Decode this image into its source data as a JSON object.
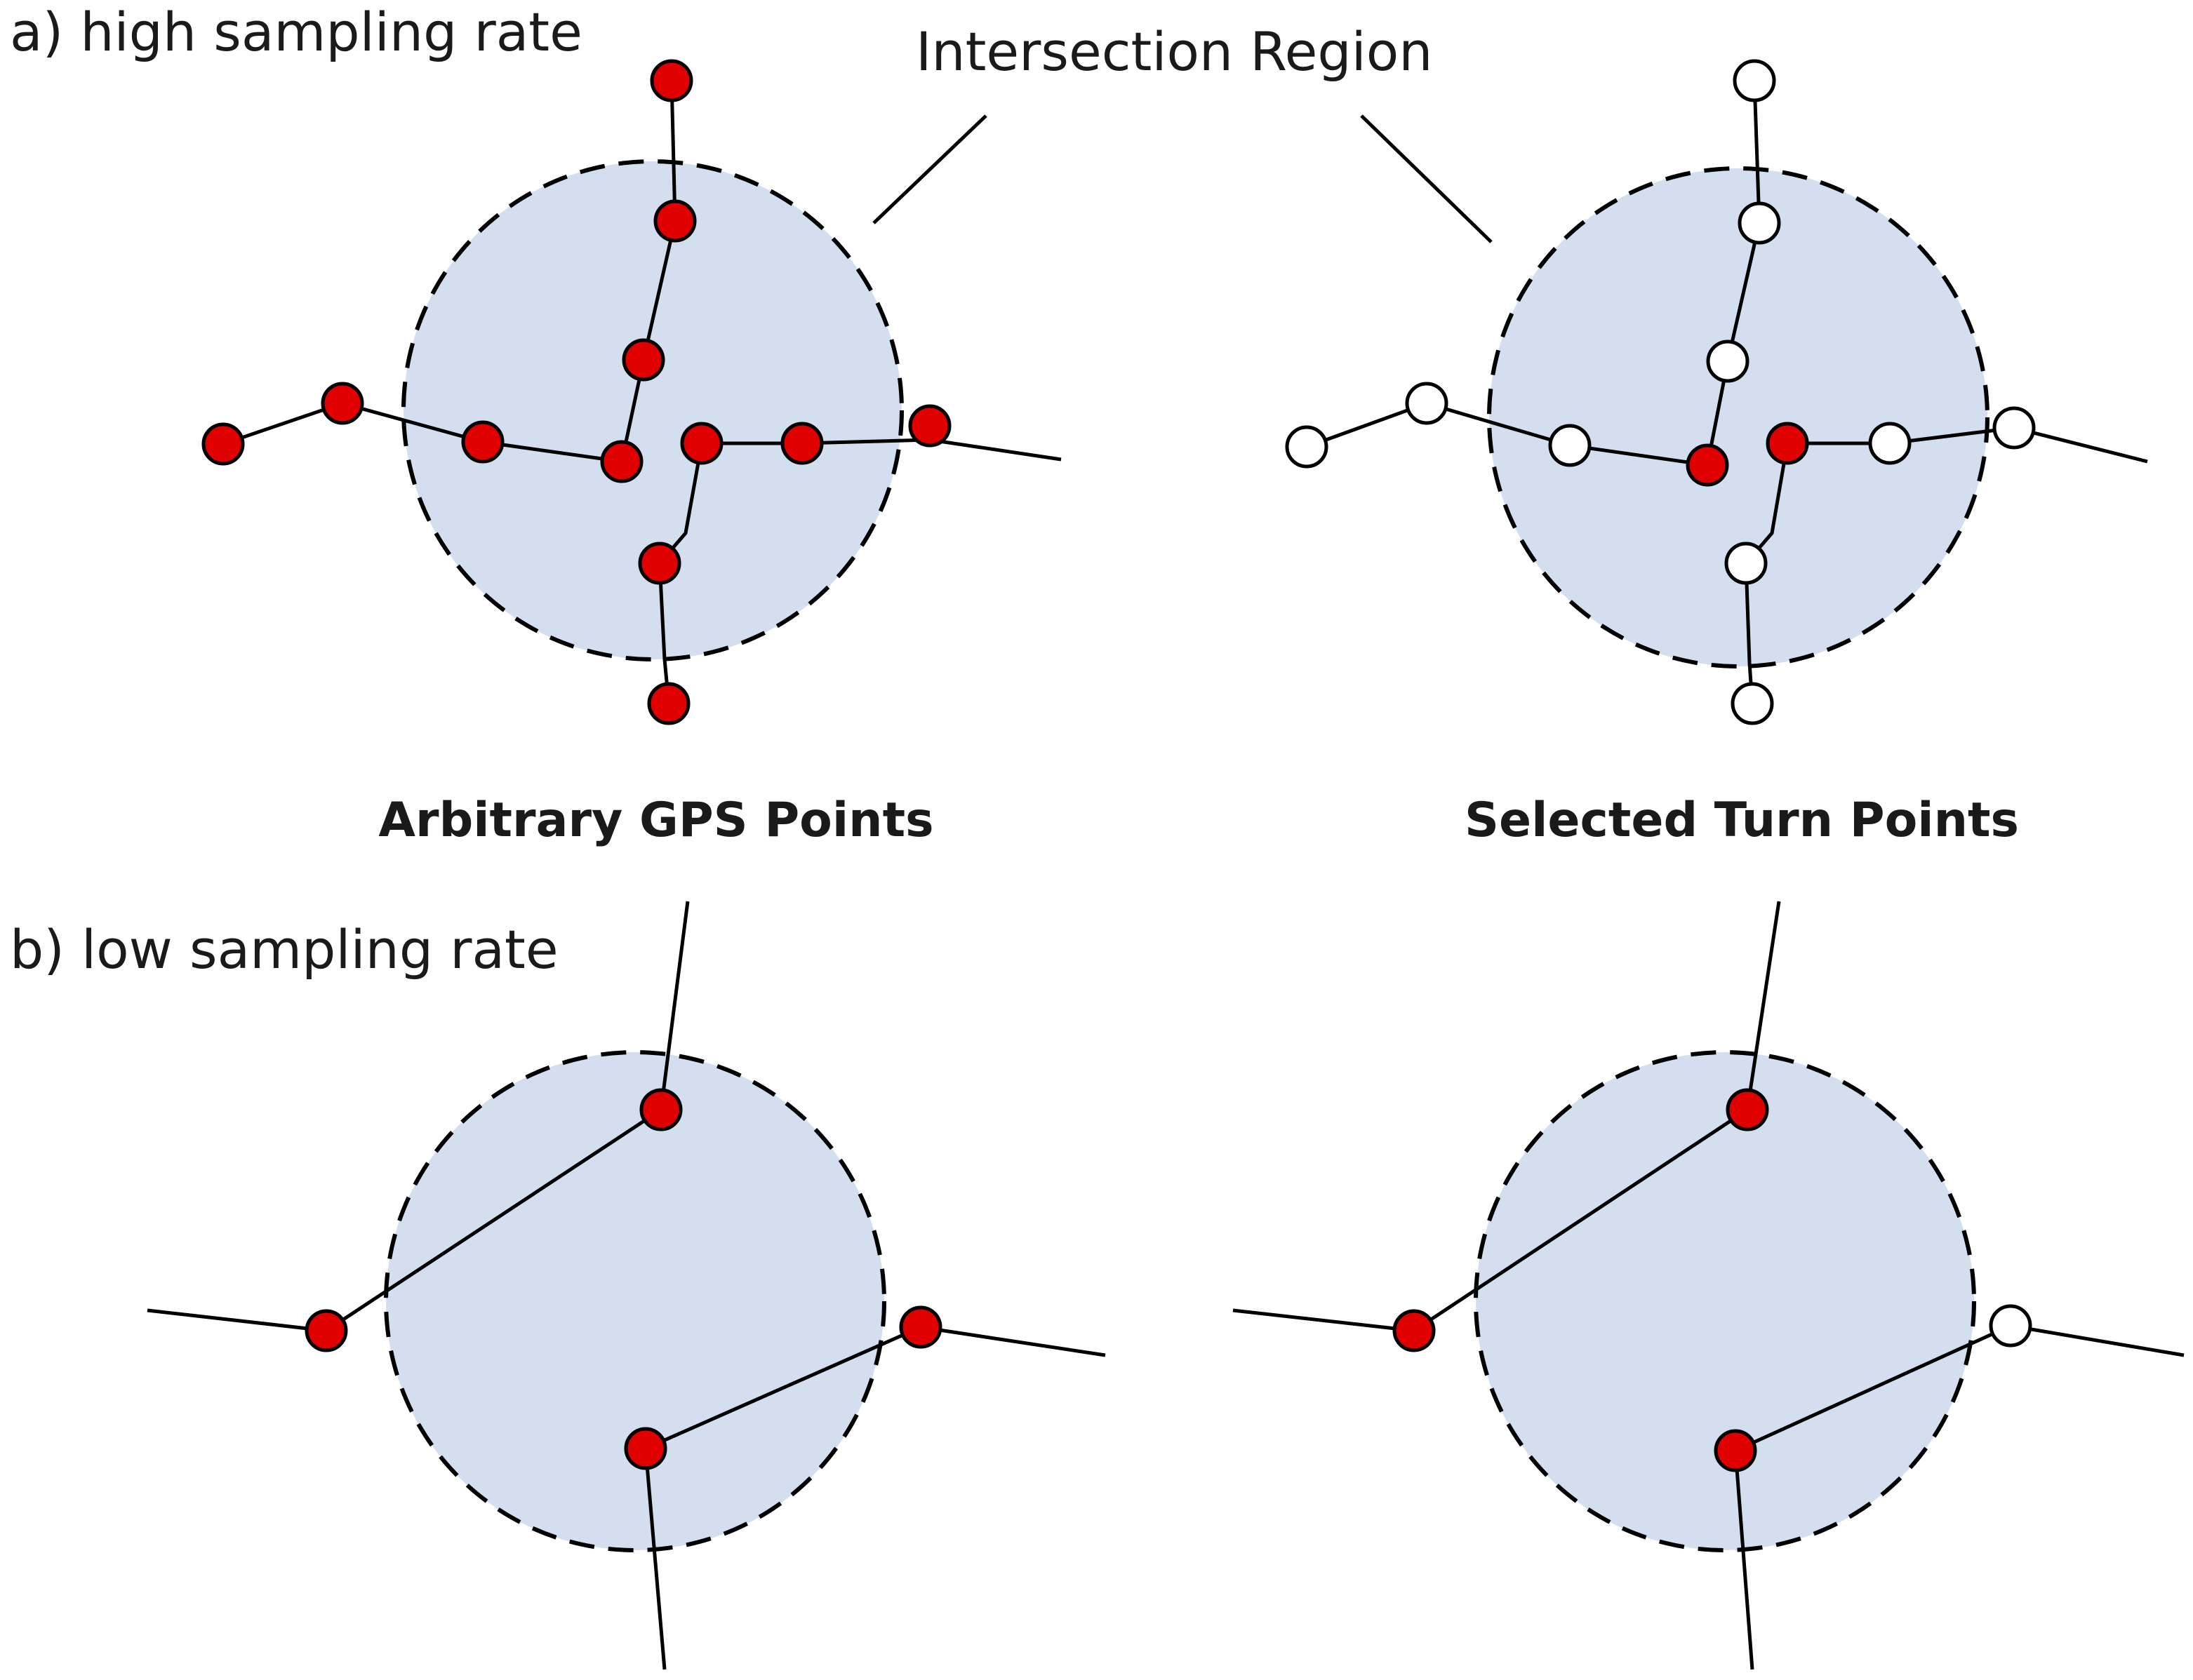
{
  "labels": {
    "panel_a": "a) high sampling rate",
    "panel_b": "b) low sampling rate",
    "intersection_region": "Intersection Region",
    "left_caption": "Arbitrary GPS Points",
    "right_caption": "Selected Turn Points"
  },
  "colors": {
    "region_fill": "#d3dfee",
    "gps_point": "#e00000",
    "unselected_point": "#ffffff",
    "line": "#000000"
  }
}
